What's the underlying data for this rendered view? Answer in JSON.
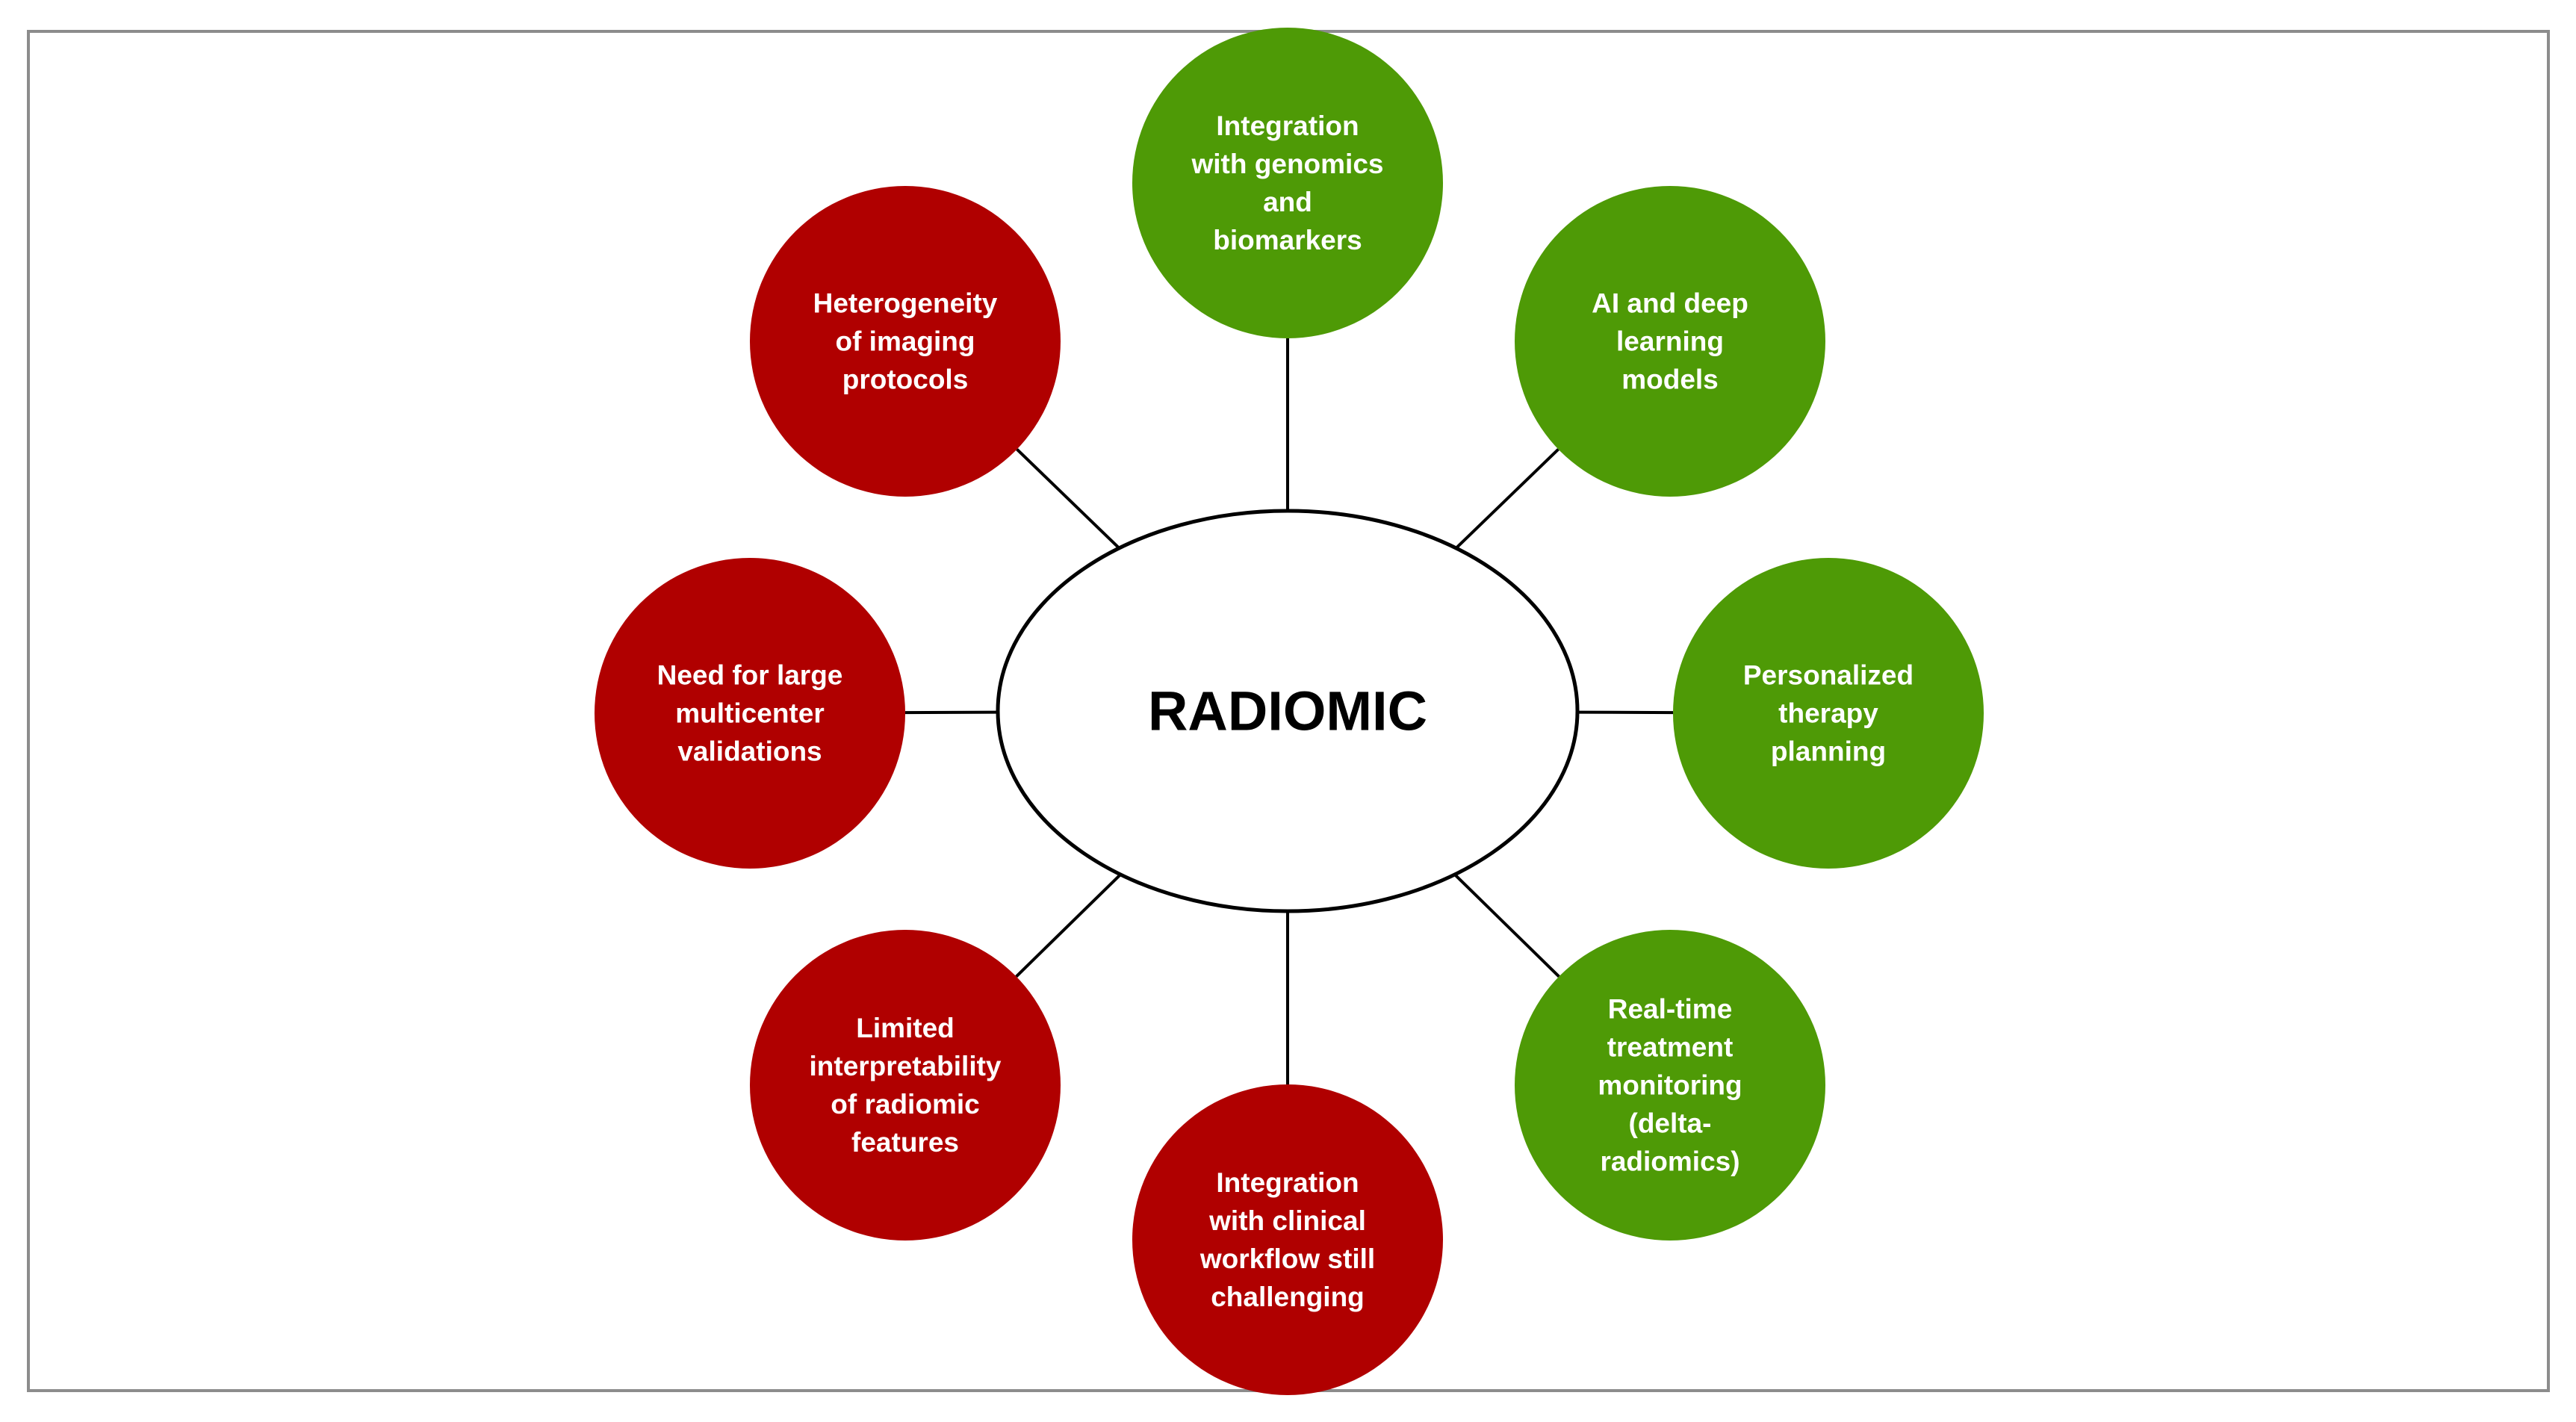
{
  "center": {
    "label": "RADIOMIC"
  },
  "colors": {
    "opportunity": "#4e9a06",
    "limitation": "#b00000",
    "center_stroke": "#000000",
    "connector": "#000000"
  },
  "nodes": [
    {
      "id": "genomics",
      "type": "opportunity",
      "lines": [
        "Integration",
        "with genomics",
        "and",
        "biomarkers"
      ]
    },
    {
      "id": "ai-deep-learning",
      "type": "opportunity",
      "lines": [
        "AI and deep",
        "learning",
        "models"
      ]
    },
    {
      "id": "personalized",
      "type": "opportunity",
      "lines": [
        "Personalized",
        "therapy",
        "planning"
      ]
    },
    {
      "id": "real-time",
      "type": "opportunity",
      "lines": [
        "Real-time",
        "treatment",
        "monitoring",
        "(delta-",
        "radiomics)"
      ]
    },
    {
      "id": "clinical-workflow",
      "type": "limitation",
      "lines": [
        "Integration",
        "with clinical",
        "workflow still",
        "challenging"
      ]
    },
    {
      "id": "interpretability",
      "type": "limitation",
      "lines": [
        "Limited",
        "interpretability",
        "of radiomic",
        "features"
      ]
    },
    {
      "id": "multicenter",
      "type": "limitation",
      "lines": [
        "Need for large",
        "multicenter",
        "validations"
      ]
    },
    {
      "id": "heterogeneity",
      "type": "limitation",
      "lines": [
        "Heterogeneity",
        "of imaging",
        "protocols"
      ]
    }
  ]
}
